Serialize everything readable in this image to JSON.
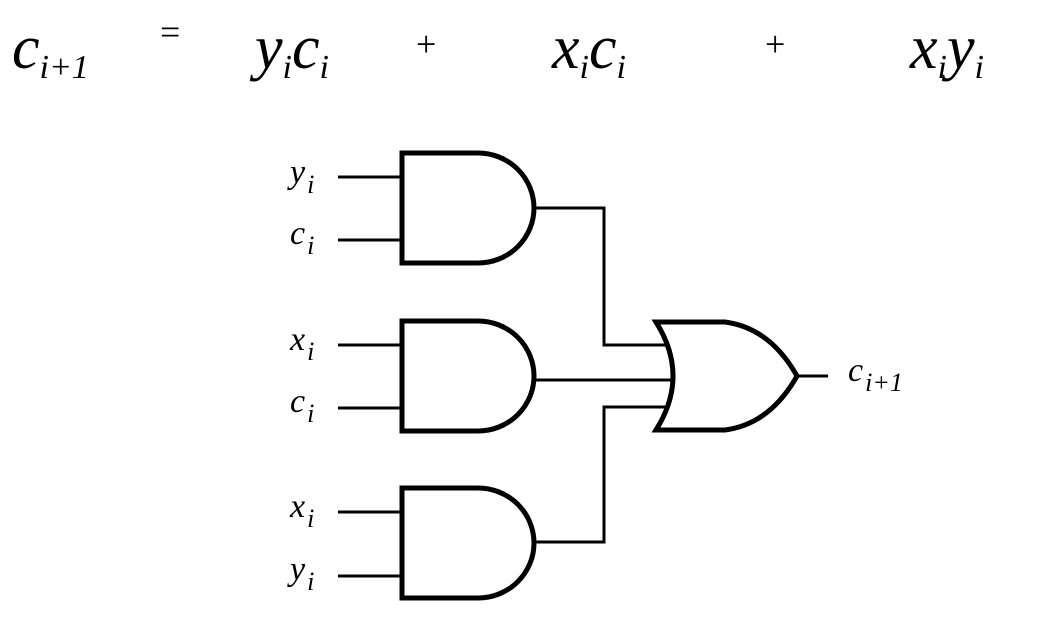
{
  "equation": {
    "lhs": {
      "var": "c",
      "sub": "i+1"
    },
    "equals": "=",
    "terms": [
      {
        "a": "y",
        "a_sub": "i",
        "b": "c",
        "b_sub": "i"
      },
      {
        "a": "x",
        "a_sub": "i",
        "b": "c",
        "b_sub": "i"
      },
      {
        "a": "x",
        "a_sub": "i",
        "b": "y",
        "b_sub": "i"
      }
    ],
    "plus": "+"
  },
  "gates": {
    "and1": {
      "in1": {
        "var": "y",
        "sub": "i"
      },
      "in2": {
        "var": "c",
        "sub": "i"
      }
    },
    "and2": {
      "in1": {
        "var": "x",
        "sub": "i"
      },
      "in2": {
        "var": "c",
        "sub": "i"
      }
    },
    "and3": {
      "in1": {
        "var": "x",
        "sub": "i"
      },
      "in2": {
        "var": "y",
        "sub": "i"
      }
    },
    "or": {
      "out": {
        "var": "c",
        "sub": "i+1"
      }
    }
  }
}
